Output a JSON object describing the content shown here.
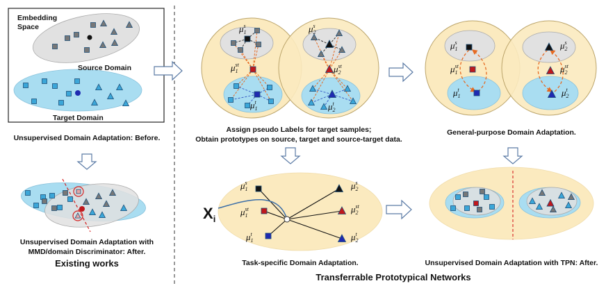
{
  "colors": {
    "cream": "#fbeabf",
    "grey_region": "#e1e1e1",
    "blue_region": "#a9ddf1",
    "square_blue": "#3ba6d8",
    "triangle_blue": "#3ba6d8",
    "grey_marker": "#777777",
    "red_marker": "#c0181c",
    "dark_blue": "#1f2ab0",
    "orange_dashed": "#e66a22",
    "red_dashed": "#d42020",
    "arrow_fill": "#ffffff",
    "arrow_stroke": "#5a7aa5"
  },
  "icons": [
    "square-marker",
    "triangle-marker",
    "circle-marker",
    "hollow-arrow",
    "down-arrow"
  ],
  "labels": {
    "embedding_space": "Embedding Space",
    "source_domain": "Source Domain",
    "target_domain": "Target Domain",
    "xi": "X",
    "xi_sub": "i"
  },
  "prototypes": {
    "mu": "μ",
    "sub1": "1",
    "sub2": "2",
    "s": "s",
    "st": "st",
    "t": "t"
  },
  "captions": {
    "udab_before": "Unsupervised Domain Adaptation: Before.",
    "assign_line1": "Assign pseudo Labels for target samples;",
    "assign_line2": "Obtain prototypes on source, target and source-target data.",
    "general_purpose": "General-purpose Domain Adaptation.",
    "mmd_line1": "Unsupervised Domain Adaptation with",
    "mmd_line2": "MMD/domain Discriminator: After.",
    "existing_works": "Existing works",
    "task_specific": "Task-specific Domain Adaptation.",
    "tpn_after": "Unsupervised Domain Adaptation with TPN: After.",
    "tpn_title": "Transferrable Prototypical Networks"
  }
}
